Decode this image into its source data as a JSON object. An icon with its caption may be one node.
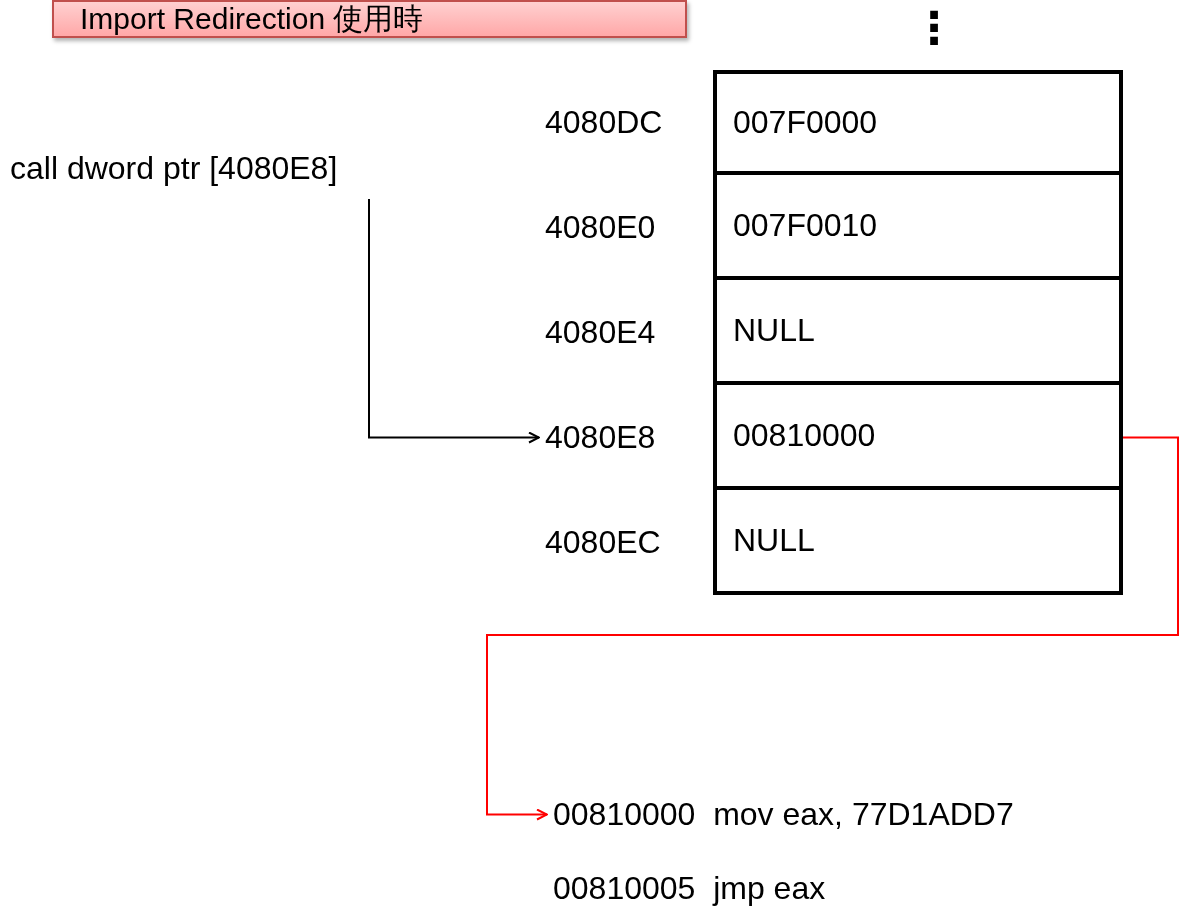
{
  "diagram": {
    "title": "Import Redirection 使用時",
    "nodes": [
      {
        "text": [
          "call dword ptr [4080E8]"
        ]
      },
      {
        "text": [
          "007F0000"
        ],
        "beside": [
          "4080DC"
        ]
      },
      {
        "text": [
          "007F0010"
        ],
        "beside": [
          "4080E0"
        ]
      },
      {
        "text": [
          "NULL"
        ],
        "beside": [
          "4080E4"
        ]
      },
      {
        "text": [
          "00810000"
        ],
        "beside": [
          "4080E8"
        ]
      },
      {
        "text": [
          "NULL"
        ],
        "beside": [
          "4080EC"
        ]
      },
      {
        "text": [
          "00810000  mov eax, 77D1ADD7"
        ]
      }
    ],
    "edges": [
      {
        "from": 0,
        "to": 4,
        "arrow": "to"
      },
      {
        "from": 4,
        "to": 6,
        "arrow": "to",
        "color": "#ff0000"
      }
    ],
    "labels": [
      "⋮",
      "00810005  jmp eax"
    ]
  }
}
